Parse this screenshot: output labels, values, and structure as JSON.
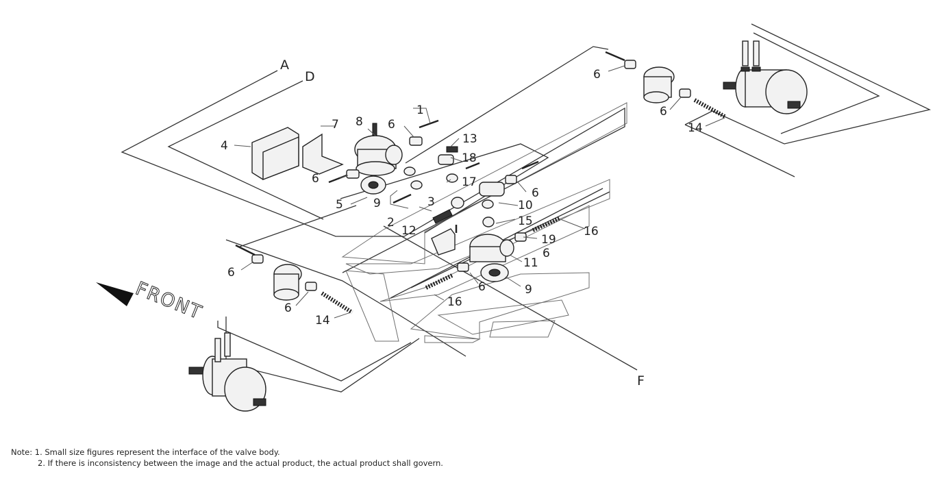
{
  "diagram": {
    "letters": {
      "a": "A",
      "d": "D",
      "f": "F"
    },
    "front_label": "FRONT",
    "callouts": {
      "c1": "1",
      "c2": "2",
      "c3": "3",
      "c4": "4",
      "c5": "5",
      "c6a": "6",
      "c6b": "6",
      "c6c": "6",
      "c6d": "6",
      "c6e": "6",
      "c6f": "6",
      "c6g": "6",
      "c6h": "6",
      "c6i": "6",
      "c7": "7",
      "c8": "8",
      "c9a": "9",
      "c9b": "9",
      "c10": "10",
      "c11": "11",
      "c12": "12",
      "c13": "13",
      "c14a": "14",
      "c14b": "14",
      "c15": "15",
      "c16a": "16",
      "c16b": "16",
      "c17": "17",
      "c18": "18",
      "c19": "19"
    }
  },
  "notes": {
    "line1": "Note: 1. Small size figures represent the interface of the valve body.",
    "line2": "2. If there is inconsistency between the image and the actual product, the actual product shall govern."
  }
}
